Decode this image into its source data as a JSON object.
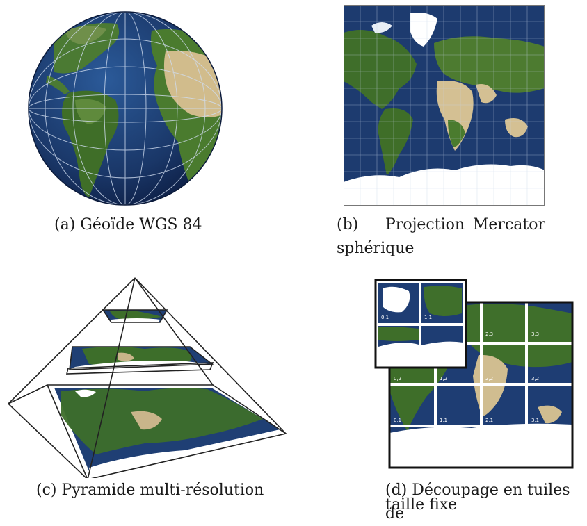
{
  "figure": {
    "panels": [
      {
        "id": "a",
        "caption": "(a) Géoïde WGS 84"
      },
      {
        "id": "b",
        "caption_line1_label": "(b)",
        "caption_line1_w1": "Projection",
        "caption_line1_w2": "Mercator",
        "caption_line2": "sphérique"
      },
      {
        "id": "c",
        "caption": "(c) Pyramide multi-résolution"
      },
      {
        "id": "d",
        "caption_line1": "(d) Découpage en tuiles de",
        "caption_line2": "taille fixe"
      }
    ]
  },
  "tile_labels": {
    "small_top": [
      "0,1",
      "1,1"
    ],
    "grid": [
      "2,3",
      "3,3",
      "0,2",
      "1,2",
      "2,2",
      "3,2",
      "0,1",
      "1,1",
      "2,1",
      "3,1"
    ]
  },
  "colors": {
    "ocean": "#1f3f74",
    "ocean_dark": "#12285a",
    "land": "#3d6e2a",
    "desert": "#c9b58a",
    "ice": "#ffffff",
    "grid": "#c6d3e8"
  }
}
